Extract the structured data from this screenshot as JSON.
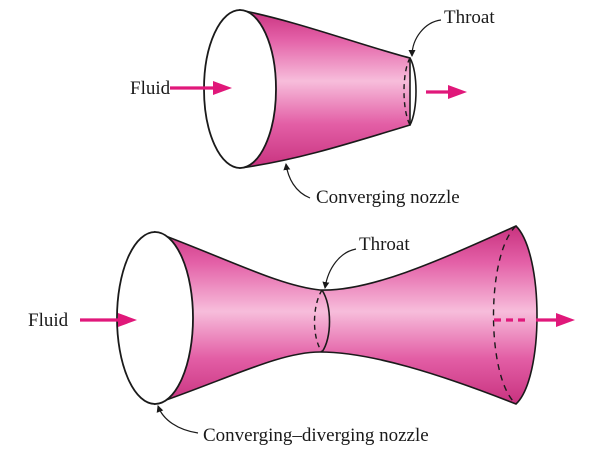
{
  "diagram": {
    "colors": {
      "body": "#e35fa6",
      "body_light": "#f7bddb",
      "body_dark": "#c8327f",
      "arrow": "#e0187a",
      "outline": "#1a1a1a"
    },
    "converging": {
      "fluid_label": "Fluid",
      "throat_label": "Throat",
      "caption": "Converging nozzle"
    },
    "converging_diverging": {
      "fluid_label": "Fluid",
      "throat_label": "Throat",
      "caption": "Converging–diverging nozzle"
    }
  }
}
